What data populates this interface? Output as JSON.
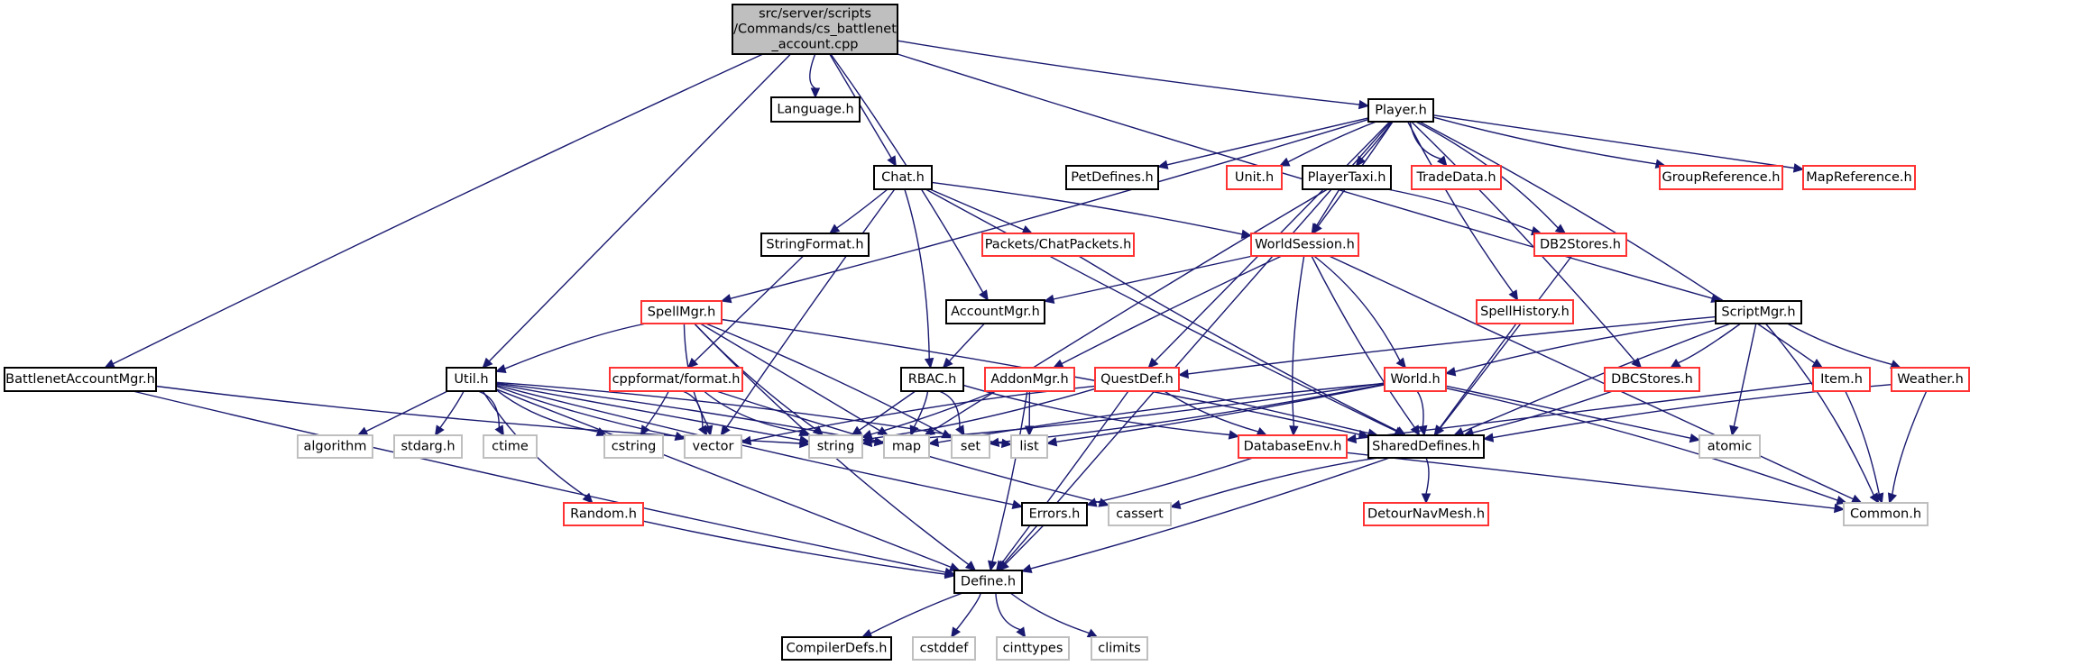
{
  "diagram": {
    "type": "include-dependency-graph",
    "root": "root",
    "nodes": [
      {
        "id": "root",
        "lines": [
          "src/server/scripts",
          "/Commands/cs_battlenet",
          "_account.cpp"
        ],
        "kind": "root"
      },
      {
        "id": "language",
        "lines": [
          "Language.h"
        ],
        "kind": "doc"
      },
      {
        "id": "player",
        "lines": [
          "Player.h"
        ],
        "kind": "doc"
      },
      {
        "id": "chat",
        "lines": [
          "Chat.h"
        ],
        "kind": "doc"
      },
      {
        "id": "petdefines",
        "lines": [
          "PetDefines.h"
        ],
        "kind": "doc"
      },
      {
        "id": "unit",
        "lines": [
          "Unit.h"
        ],
        "kind": "red"
      },
      {
        "id": "playertaxi",
        "lines": [
          "PlayerTaxi.h"
        ],
        "kind": "doc"
      },
      {
        "id": "tradedata",
        "lines": [
          "TradeData.h"
        ],
        "kind": "red"
      },
      {
        "id": "groupreference",
        "lines": [
          "GroupReference.h"
        ],
        "kind": "red"
      },
      {
        "id": "mapreference",
        "lines": [
          "MapReference.h"
        ],
        "kind": "red"
      },
      {
        "id": "stringformat",
        "lines": [
          "StringFormat.h"
        ],
        "kind": "doc"
      },
      {
        "id": "chatpackets",
        "lines": [
          "Packets/ChatPackets.h"
        ],
        "kind": "red"
      },
      {
        "id": "worldsession",
        "lines": [
          "WorldSession.h"
        ],
        "kind": "red"
      },
      {
        "id": "db2stores",
        "lines": [
          "DB2Stores.h"
        ],
        "kind": "red"
      },
      {
        "id": "spellmgr",
        "lines": [
          "SpellMgr.h"
        ],
        "kind": "red"
      },
      {
        "id": "accountmgr",
        "lines": [
          "AccountMgr.h"
        ],
        "kind": "doc"
      },
      {
        "id": "spellhistory",
        "lines": [
          "SpellHistory.h"
        ],
        "kind": "red"
      },
      {
        "id": "scriptmgr",
        "lines": [
          "ScriptMgr.h"
        ],
        "kind": "doc"
      },
      {
        "id": "battlenetaccountmgr",
        "lines": [
          "BattlenetAccountMgr.h"
        ],
        "kind": "doc"
      },
      {
        "id": "util",
        "lines": [
          "Util.h"
        ],
        "kind": "doc"
      },
      {
        "id": "cppformat",
        "lines": [
          "cppformat/format.h"
        ],
        "kind": "red"
      },
      {
        "id": "rbac",
        "lines": [
          "RBAC.h"
        ],
        "kind": "doc"
      },
      {
        "id": "addonmgr",
        "lines": [
          "AddonMgr.h"
        ],
        "kind": "red"
      },
      {
        "id": "questdef",
        "lines": [
          "QuestDef.h"
        ],
        "kind": "red"
      },
      {
        "id": "world",
        "lines": [
          "World.h"
        ],
        "kind": "red"
      },
      {
        "id": "dbcstores",
        "lines": [
          "DBCStores.h"
        ],
        "kind": "red"
      },
      {
        "id": "item",
        "lines": [
          "Item.h"
        ],
        "kind": "red"
      },
      {
        "id": "weather",
        "lines": [
          "Weather.h"
        ],
        "kind": "red"
      },
      {
        "id": "algorithm",
        "lines": [
          "algorithm"
        ],
        "kind": "sys"
      },
      {
        "id": "stdarg",
        "lines": [
          "stdarg.h"
        ],
        "kind": "sys"
      },
      {
        "id": "ctime",
        "lines": [
          "ctime"
        ],
        "kind": "sys"
      },
      {
        "id": "cstring",
        "lines": [
          "cstring"
        ],
        "kind": "sys"
      },
      {
        "id": "vector",
        "lines": [
          "vector"
        ],
        "kind": "sys"
      },
      {
        "id": "string",
        "lines": [
          "string"
        ],
        "kind": "sys"
      },
      {
        "id": "map",
        "lines": [
          "map"
        ],
        "kind": "sys"
      },
      {
        "id": "set",
        "lines": [
          "set"
        ],
        "kind": "sys"
      },
      {
        "id": "list",
        "lines": [
          "list"
        ],
        "kind": "sys"
      },
      {
        "id": "databaseenv",
        "lines": [
          "DatabaseEnv.h"
        ],
        "kind": "red"
      },
      {
        "id": "shareddefines",
        "lines": [
          "SharedDefines.h"
        ],
        "kind": "doc"
      },
      {
        "id": "atomic",
        "lines": [
          "atomic"
        ],
        "kind": "sys"
      },
      {
        "id": "random",
        "lines": [
          "Random.h"
        ],
        "kind": "red"
      },
      {
        "id": "errors",
        "lines": [
          "Errors.h"
        ],
        "kind": "doc"
      },
      {
        "id": "cassert",
        "lines": [
          "cassert"
        ],
        "kind": "sys"
      },
      {
        "id": "detournavmesh",
        "lines": [
          "DetourNavMesh.h"
        ],
        "kind": "red"
      },
      {
        "id": "common",
        "lines": [
          "Common.h"
        ],
        "kind": "sys"
      },
      {
        "id": "define",
        "lines": [
          "Define.h"
        ],
        "kind": "doc"
      },
      {
        "id": "compilerdefs",
        "lines": [
          "CompilerDefs.h"
        ],
        "kind": "doc"
      },
      {
        "id": "cstddef",
        "lines": [
          "cstddef"
        ],
        "kind": "sys"
      },
      {
        "id": "cinttypes",
        "lines": [
          "cinttypes"
        ],
        "kind": "sys"
      },
      {
        "id": "climits",
        "lines": [
          "climits"
        ],
        "kind": "sys"
      }
    ],
    "edges": [
      [
        "root",
        "language"
      ],
      [
        "root",
        "player"
      ],
      [
        "root",
        "chat"
      ],
      [
        "root",
        "accountmgr"
      ],
      [
        "root",
        "battlenetaccountmgr"
      ],
      [
        "root",
        "util"
      ],
      [
        "root",
        "scriptmgr"
      ],
      [
        "player",
        "petdefines"
      ],
      [
        "player",
        "unit"
      ],
      [
        "player",
        "playertaxi"
      ],
      [
        "player",
        "tradedata"
      ],
      [
        "player",
        "groupreference"
      ],
      [
        "player",
        "mapreference"
      ],
      [
        "player",
        "worldsession"
      ],
      [
        "player",
        "db2stores"
      ],
      [
        "player",
        "spellmgr"
      ],
      [
        "player",
        "spellhistory"
      ],
      [
        "player",
        "questdef"
      ],
      [
        "player",
        "dbcstores"
      ],
      [
        "player",
        "item"
      ],
      [
        "player",
        "define"
      ],
      [
        "chat",
        "stringformat"
      ],
      [
        "chat",
        "chatpackets"
      ],
      [
        "chat",
        "worldsession"
      ],
      [
        "chat",
        "rbac"
      ],
      [
        "chat",
        "vector"
      ],
      [
        "chat",
        "shareddefines"
      ],
      [
        "playertaxi",
        "worldsession"
      ],
      [
        "playertaxi",
        "db2stores"
      ],
      [
        "playertaxi",
        "map"
      ],
      [
        "stringformat",
        "cppformat"
      ],
      [
        "chatpackets",
        "shareddefines"
      ],
      [
        "worldsession",
        "accountmgr"
      ],
      [
        "worldsession",
        "addonmgr"
      ],
      [
        "worldsession",
        "world"
      ],
      [
        "worldsession",
        "databaseenv"
      ],
      [
        "worldsession",
        "shareddefines"
      ],
      [
        "worldsession",
        "common"
      ],
      [
        "db2stores",
        "shareddefines"
      ],
      [
        "spellmgr",
        "util"
      ],
      [
        "spellmgr",
        "vector"
      ],
      [
        "spellmgr",
        "string"
      ],
      [
        "spellmgr",
        "map"
      ],
      [
        "spellmgr",
        "set"
      ],
      [
        "spellmgr",
        "shareddefines"
      ],
      [
        "spellmgr",
        "define"
      ],
      [
        "accountmgr",
        "rbac"
      ],
      [
        "spellhistory",
        "shareddefines"
      ],
      [
        "scriptmgr",
        "questdef"
      ],
      [
        "scriptmgr",
        "world"
      ],
      [
        "scriptmgr",
        "dbcstores"
      ],
      [
        "scriptmgr",
        "weather"
      ],
      [
        "scriptmgr",
        "atomic"
      ],
      [
        "scriptmgr",
        "shareddefines"
      ],
      [
        "scriptmgr",
        "common"
      ],
      [
        "battlenetaccountmgr",
        "string"
      ],
      [
        "battlenetaccountmgr",
        "define"
      ],
      [
        "util",
        "algorithm"
      ],
      [
        "util",
        "stdarg"
      ],
      [
        "util",
        "ctime"
      ],
      [
        "util",
        "cstring"
      ],
      [
        "util",
        "vector"
      ],
      [
        "util",
        "string"
      ],
      [
        "util",
        "map"
      ],
      [
        "util",
        "list"
      ],
      [
        "util",
        "random"
      ],
      [
        "util",
        "errors"
      ],
      [
        "util",
        "define"
      ],
      [
        "cppformat",
        "cstring"
      ],
      [
        "cppformat",
        "vector"
      ],
      [
        "cppformat",
        "string"
      ],
      [
        "cppformat",
        "cassert"
      ],
      [
        "rbac",
        "string"
      ],
      [
        "rbac",
        "map"
      ],
      [
        "rbac",
        "set"
      ],
      [
        "rbac",
        "databaseenv"
      ],
      [
        "addonmgr",
        "string"
      ],
      [
        "addonmgr",
        "list"
      ],
      [
        "addonmgr",
        "define"
      ],
      [
        "questdef",
        "vector"
      ],
      [
        "questdef",
        "string"
      ],
      [
        "questdef",
        "databaseenv"
      ],
      [
        "questdef",
        "shareddefines"
      ],
      [
        "questdef",
        "define"
      ],
      [
        "world",
        "map"
      ],
      [
        "world",
        "set"
      ],
      [
        "world",
        "list"
      ],
      [
        "world",
        "atomic"
      ],
      [
        "world",
        "shareddefines"
      ],
      [
        "world",
        "common"
      ],
      [
        "world",
        "string"
      ],
      [
        "dbcstores",
        "shareddefines"
      ],
      [
        "item",
        "databaseenv"
      ],
      [
        "item",
        "common"
      ],
      [
        "weather",
        "shareddefines"
      ],
      [
        "weather",
        "common"
      ],
      [
        "databaseenv",
        "errors"
      ],
      [
        "databaseenv",
        "common"
      ],
      [
        "shareddefines",
        "detournavmesh"
      ],
      [
        "shareddefines",
        "cassert"
      ],
      [
        "shareddefines",
        "define"
      ],
      [
        "random",
        "define"
      ],
      [
        "errors",
        "define"
      ],
      [
        "define",
        "compilerdefs"
      ],
      [
        "define",
        "cstddef"
      ],
      [
        "define",
        "cinttypes"
      ],
      [
        "define",
        "climits"
      ]
    ]
  }
}
